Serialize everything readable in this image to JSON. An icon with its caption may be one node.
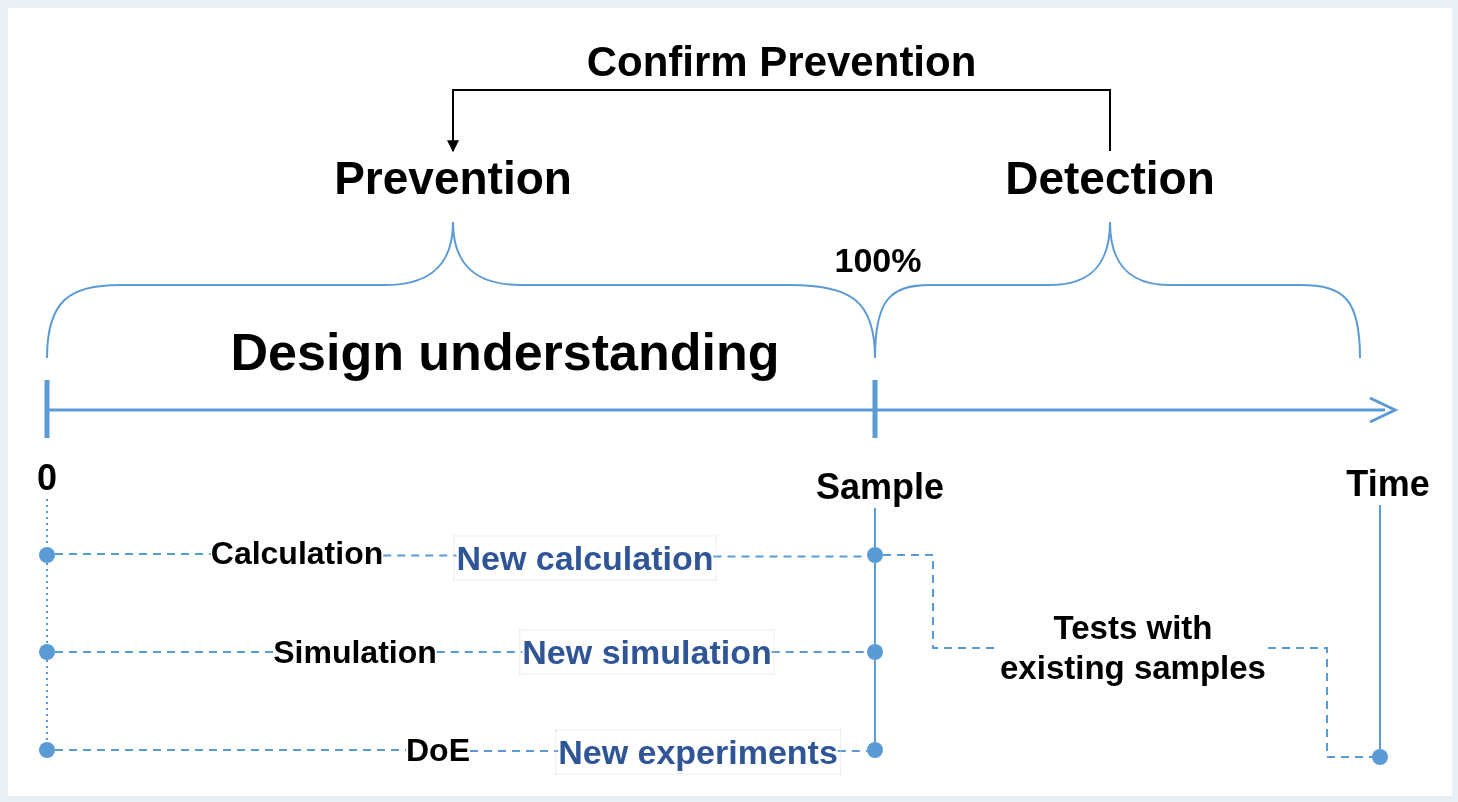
{
  "diagram": {
    "nodes": [
      {
        "text": [
          "Prevention"
        ]
      },
      {
        "text": [
          "Detection"
        ]
      },
      {
        "text": [],
        "shape": "circle"
      },
      {
        "text": [
          "Calculation"
        ]
      },
      {
        "text": [
          "New calculation"
        ]
      },
      {
        "text": [],
        "shape": "circle"
      },
      {
        "text": [
          "Tests with existing samples"
        ]
      },
      {
        "text": [],
        "shape": "circle"
      },
      {
        "text": [
          "Simulation"
        ]
      },
      {
        "text": [
          "New simulation"
        ]
      },
      {
        "text": [],
        "shape": "circle"
      },
      {
        "text": [],
        "shape": "circle"
      },
      {
        "text": [
          "DoE"
        ]
      },
      {
        "text": [
          "New experiments"
        ]
      },
      {
        "text": [],
        "shape": "circle"
      },
      {
        "text": [],
        "shape": "circle"
      },
      {
        "text": [
          "0"
        ]
      },
      {
        "text": [
          "Sample"
        ]
      },
      {
        "text": [
          "Time"
        ]
      }
    ],
    "edges": [
      {
        "from": 1,
        "to": 0,
        "arrow": "to",
        "label": "Confirm Prevention",
        "color": "#000000"
      },
      {
        "from": 2,
        "to": 3,
        "arrow": "none",
        "style": "dashed"
      },
      {
        "from": 3,
        "to": 4,
        "arrow": "none",
        "style": "dashed"
      },
      {
        "from": 4,
        "to": 5,
        "arrow": "none",
        "style": "dashed"
      },
      {
        "from": 5,
        "to": 6,
        "arrow": "none",
        "style": "dashed"
      },
      {
        "from": 6,
        "to": 15,
        "arrow": "none",
        "style": "dashed"
      },
      {
        "from": 7,
        "to": 8,
        "arrow": "none",
        "style": "dashed"
      },
      {
        "from": 8,
        "to": 9,
        "arrow": "none",
        "style": "dashed"
      },
      {
        "from": 9,
        "to": 10,
        "arrow": "none",
        "style": "dashed"
      },
      {
        "from": 11,
        "to": 12,
        "arrow": "none",
        "style": "dashed"
      },
      {
        "from": 12,
        "to": 13,
        "arrow": "none",
        "style": "dashed"
      },
      {
        "from": 13,
        "to": 14,
        "arrow": "none",
        "style": "dashed"
      },
      {
        "from": 16,
        "to": 2,
        "arrow": "none",
        "style": "dashed"
      },
      {
        "from": 2,
        "to": 7,
        "arrow": "none",
        "style": "dashed"
      },
      {
        "from": 7,
        "to": 11,
        "arrow": "none",
        "style": "dashed"
      },
      {
        "from": 17,
        "to": 5,
        "arrow": "none"
      },
      {
        "from": 5,
        "to": 10,
        "arrow": "none"
      },
      {
        "from": 10,
        "to": 14,
        "arrow": "none"
      },
      {
        "from": 18,
        "to": 15,
        "arrow": "none"
      }
    ],
    "labels": [
      "100%",
      "Design understanding"
    ]
  }
}
